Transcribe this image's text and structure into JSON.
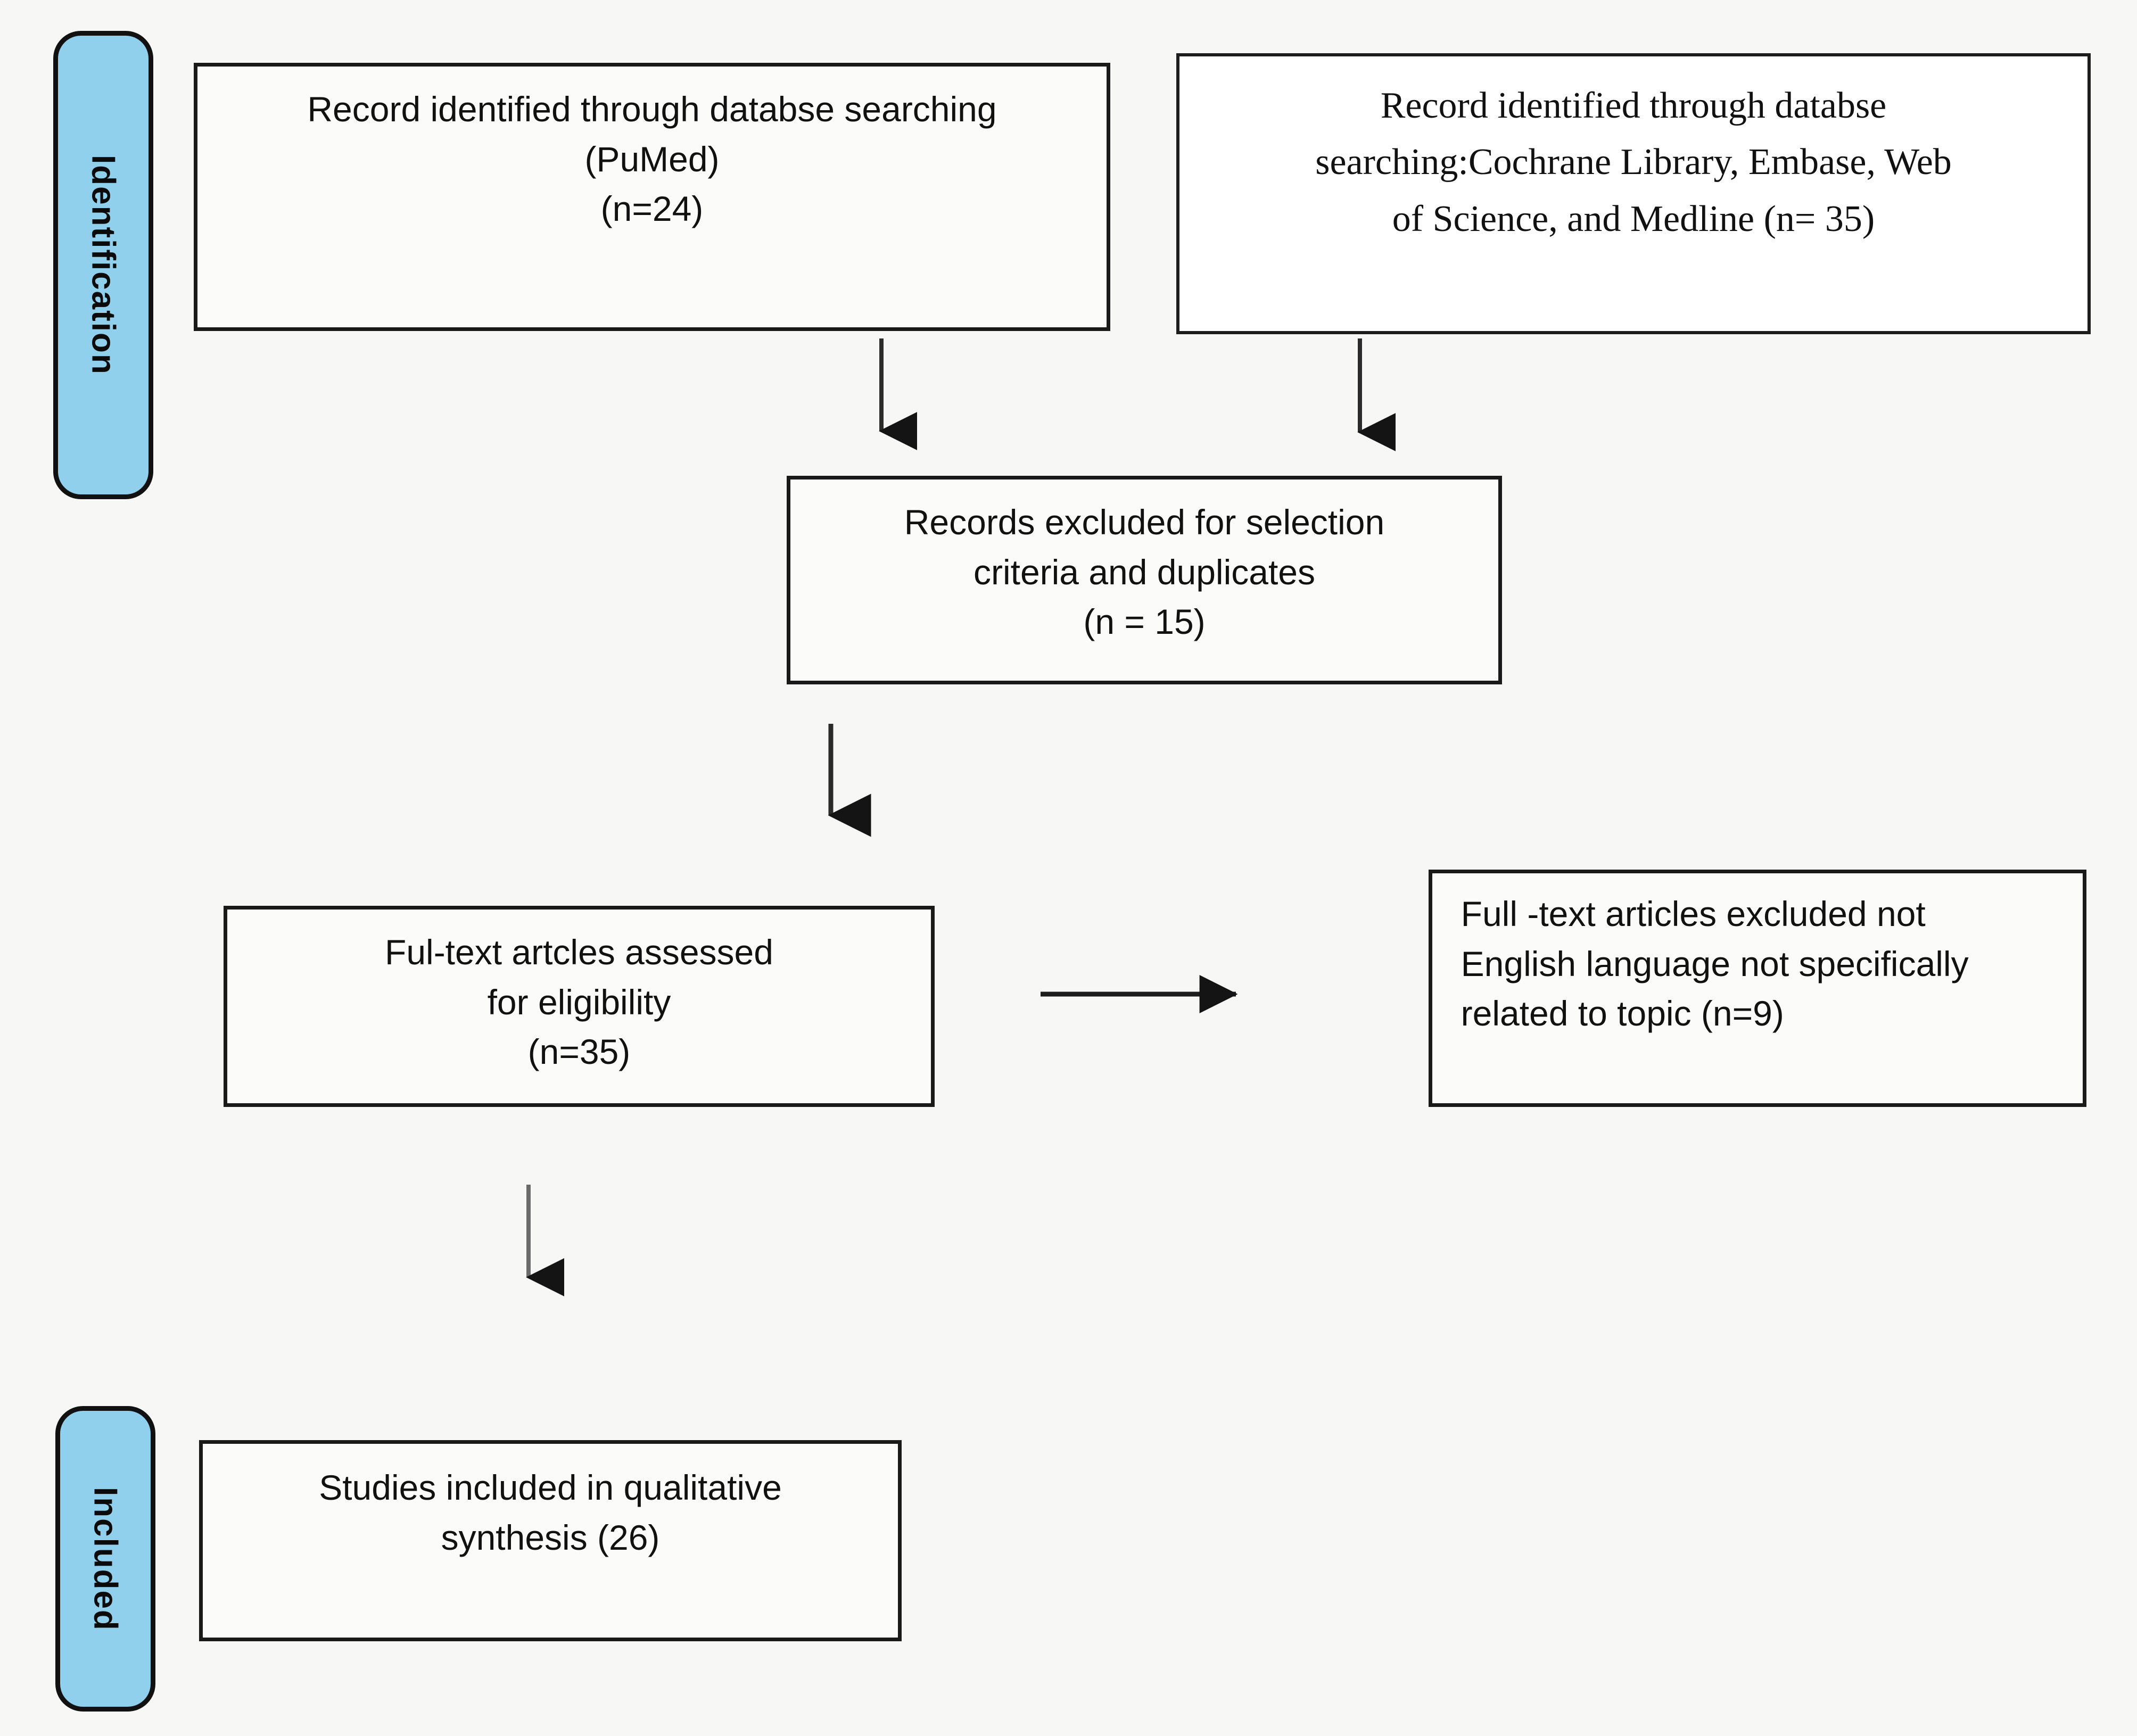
{
  "diagram": {
    "title": "PRISMA study selection flow diagram",
    "colors": {
      "stage_pill_fill": "#91d0ec",
      "stage_pill_border": "#111111",
      "box_border": "#1a1a1a",
      "box_fill": "#fbfbfa",
      "background": "#f7f7f6",
      "arrow": "#1a1a1a"
    }
  },
  "stages": [
    {
      "id": "identification",
      "label": "Identification"
    },
    {
      "id": "included",
      "label": "Included"
    }
  ],
  "boxes": {
    "pubmed": {
      "text": "Record identified through databse searching\n(PuMed)\n(n=24)",
      "count": 24,
      "align": "center"
    },
    "other_databases": {
      "text": "Record identified through databse\nsearching:Cochrane Library, Embase, Web\nof Science, and Medline  (n= 35)",
      "count": 35,
      "align": "center"
    },
    "records_excluded": {
      "text": "Records excluded for selection\ncriteria and duplicates\n(n = 15)",
      "count": 15,
      "align": "center"
    },
    "fulltext_assessed": {
      "text": "Ful-text artcles assessed\nfor eligibility\n(n=35)",
      "count": 35,
      "align": "center"
    },
    "fulltext_excluded": {
      "text": "Full -text articles excluded not\nEnglish language not specifically\nrelated to topic (n=9)",
      "count": 9,
      "align": "left"
    },
    "studies_included": {
      "text": "Studies included in qualitative\nsynthesis (26)",
      "count": 26,
      "align": "center"
    }
  },
  "connectors": [
    {
      "id": "pubmed-to-excluded",
      "from": "pubmed",
      "to": "records_excluded",
      "direction": "down"
    },
    {
      "id": "other-databases-to-excluded",
      "from": "other_databases",
      "to": "records_excluded",
      "direction": "down"
    },
    {
      "id": "excluded-to-fulltext",
      "from": "records_excluded",
      "to": "fulltext_assessed",
      "direction": "down"
    },
    {
      "id": "fulltext-to-fulltext-excluded",
      "from": "fulltext_assessed",
      "to": "fulltext_excluded",
      "direction": "right"
    },
    {
      "id": "fulltext-to-included",
      "from": "fulltext_assessed",
      "to": "studies_included",
      "direction": "down"
    }
  ]
}
